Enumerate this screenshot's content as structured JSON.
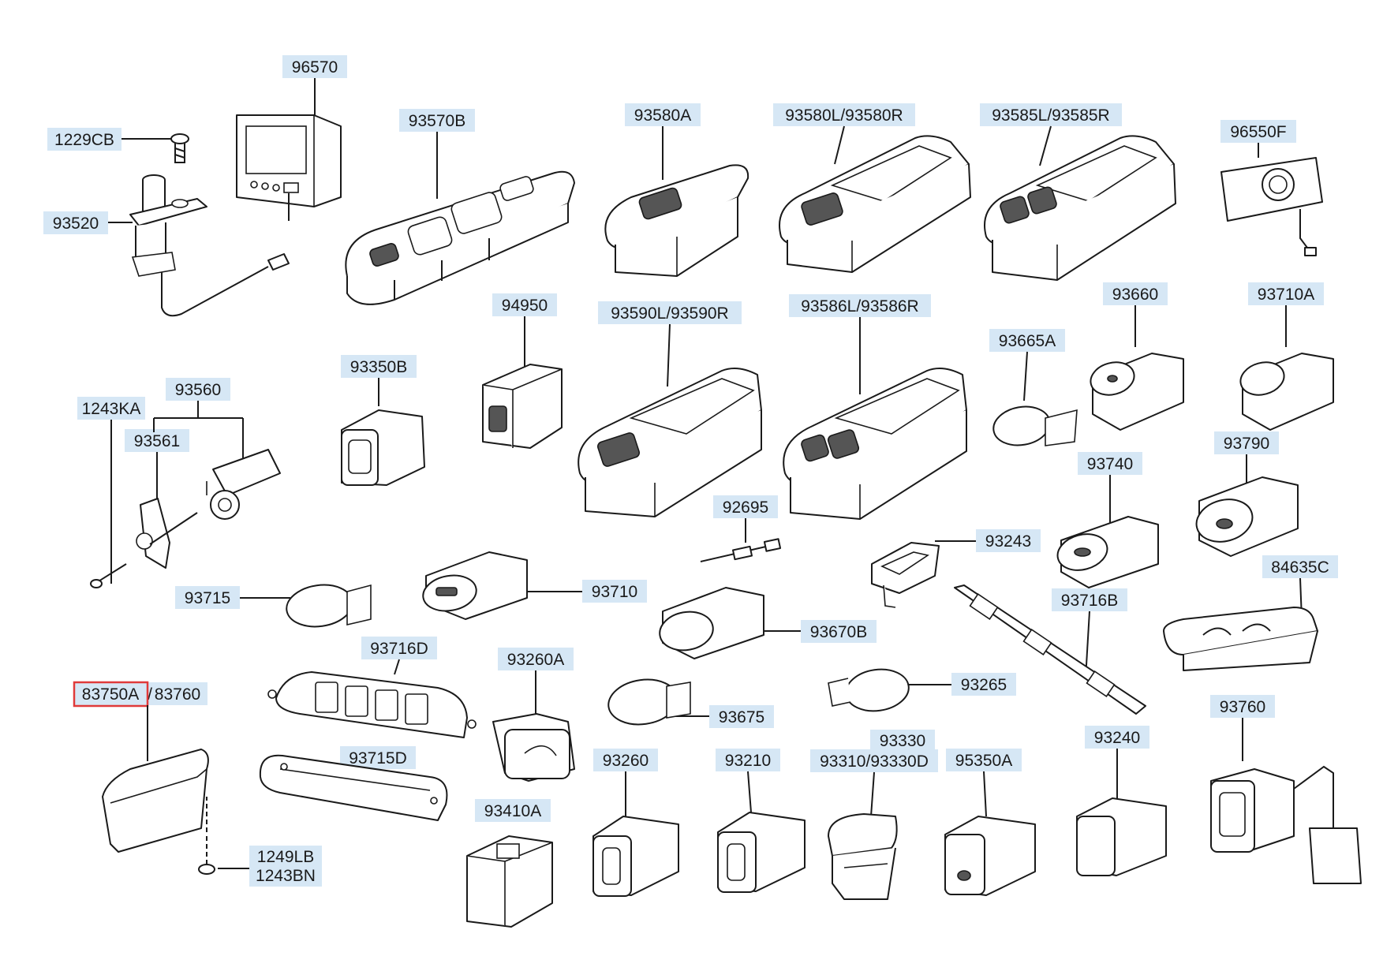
{
  "labels": {
    "p96570": "96570",
    "p1229CB": "1229CB",
    "p93520": "93520",
    "p93570B": "93570B",
    "p93580A": "93580A",
    "p93580LR": "93580L/93580R",
    "p93585LR": "93585L/93585R",
    "p96550F": "96550F",
    "p94950": "94950",
    "p93590LR": "93590L/93590R",
    "p93586LR": "93586L/93586R",
    "p93660": "93660",
    "p93710A": "93710A",
    "p93665A": "93665A",
    "p93350B": "93350B",
    "p1243KA": "1243KA",
    "p93560": "93560",
    "p93561": "93561",
    "p93740": "93740",
    "p93790": "93790",
    "p92695": "92695",
    "p93243": "93243",
    "p84635C": "84635C",
    "p93715": "93715",
    "p93710": "93710",
    "p93716B": "93716B",
    "p93670B": "93670B",
    "p93716D": "93716D",
    "p93260A": "93260A",
    "p83750A": "83750A",
    "p83760": "83760",
    "p93265": "93265",
    "p93675": "93675",
    "p93760": "93760",
    "p93330": "93330",
    "p93240": "93240",
    "p93715D": "93715D",
    "p93260": "93260",
    "p93210": "93210",
    "p93310_93330D": "93310/93330D",
    "p95350A": "95350A",
    "p93410A": "93410A",
    "p1249LB": "1249LB",
    "p1243BN": "1243BN"
  },
  "selected_part": "83750A",
  "colors": {
    "label_background": "#d6e7f5",
    "selection_border": "#e03a3a",
    "line": "#1a1a1a"
  }
}
